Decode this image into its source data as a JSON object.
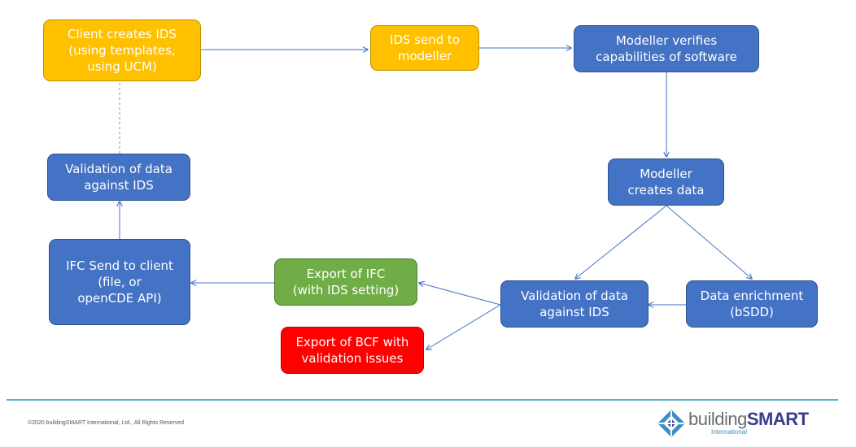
{
  "nodes": {
    "client_creates_ids": "Client creates IDS\n(using templates,\nusing UCM)",
    "ids_send_to_modeller": "IDS send to\nmodeller",
    "modeller_verifies": "Modeller verifies\ncapabilities of software",
    "modeller_creates_data": "Modeller\ncreates data",
    "validation_right": "Validation of data\nagainst IDS",
    "data_enrichment": "Data enrichment\n(bSDD)",
    "export_ifc": "Export of IFC\n(with IDS setting)",
    "export_bcf": "Export of BCF with\nvalidation issues",
    "ifc_send_to_client": "IFC Send to client\n(file, or\nopenCDE API)",
    "validation_left": "Validation of data\nagainst IDS"
  },
  "colors": {
    "yellow": "#ffc000",
    "blue": "#4472c4",
    "green": "#70ad47",
    "red": "#ff0000",
    "connector": "#4472c4",
    "dashed_connector": "#70ad47"
  },
  "footer": {
    "copyright": "©2020 buildingSMART International, Ltd., All Rights Reserved",
    "logo_word_a": "building",
    "logo_word_b": "SMART",
    "logo_sub": "International"
  }
}
